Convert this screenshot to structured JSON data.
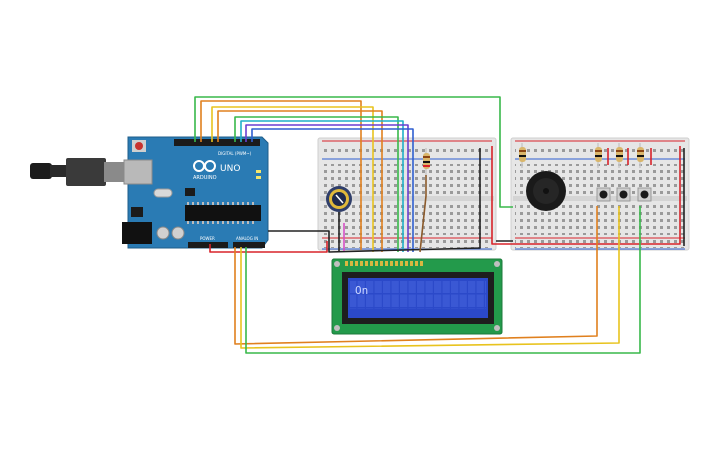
{
  "arduino": {
    "logo_text": "ARDUINO",
    "model": "UNO",
    "digital_label": "DIGITAL (PWM~)",
    "power_label": "POWER",
    "analog_label": "ANALOG IN"
  },
  "lcd": {
    "display_text": "On",
    "backlight_color": "#2b49c9",
    "text_color": "#c9d4ff"
  },
  "colors": {
    "board": "#2a7bb4",
    "breadboard": "#e6e6e6",
    "pcb_green": "#239a4b",
    "wire_green": "#38b84a",
    "wire_orange": "#e0801e",
    "wire_yellow": "#e8c31e",
    "wire_blue": "#2f5fd0",
    "wire_cyan": "#1fb0c8",
    "wire_purple": "#6a3fd0",
    "wire_red": "#d8232a",
    "wire_black": "#222222",
    "wire_magenta": "#d64fc5"
  },
  "icons": {
    "usb_cable": "usb-cable-icon",
    "potentiometer": "potentiometer-icon",
    "buzzer": "piezo-buzzer-icon",
    "button": "push-button-icon",
    "resistor": "resistor-icon"
  }
}
